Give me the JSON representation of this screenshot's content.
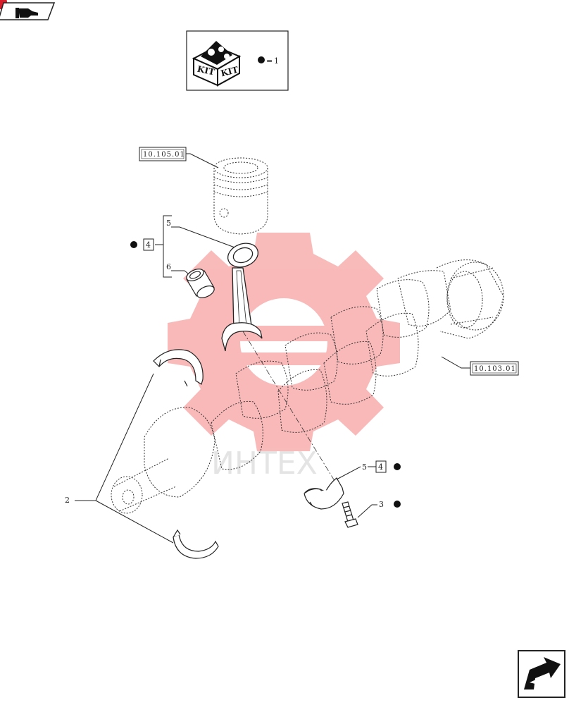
{
  "nav": {
    "prev_icon": "hand-pointer-left-icon",
    "next_icon": "arrow-next-page-icon"
  },
  "legend": {
    "kit_label_1": "KIT",
    "kit_label_2": "KIT",
    "kit_icon": "kit-box-icon",
    "equals": "=",
    "qty": "1",
    "bullet_icon": "filled-dot-icon"
  },
  "references": {
    "piston": "10.105.01",
    "crankshaft": "10.103.01"
  },
  "parts": {
    "main_bearing_shell": "2",
    "cap_bolt": "3",
    "kit_ref_upper": "4",
    "kit_ref_lower": "4",
    "connecting_rod": "5",
    "rod_bearing": "5",
    "small_end_bush": "6"
  },
  "watermark": "ИНТЕХ",
  "colors": {
    "line": "#222222",
    "watermark_red": "#ee3a3a"
  }
}
